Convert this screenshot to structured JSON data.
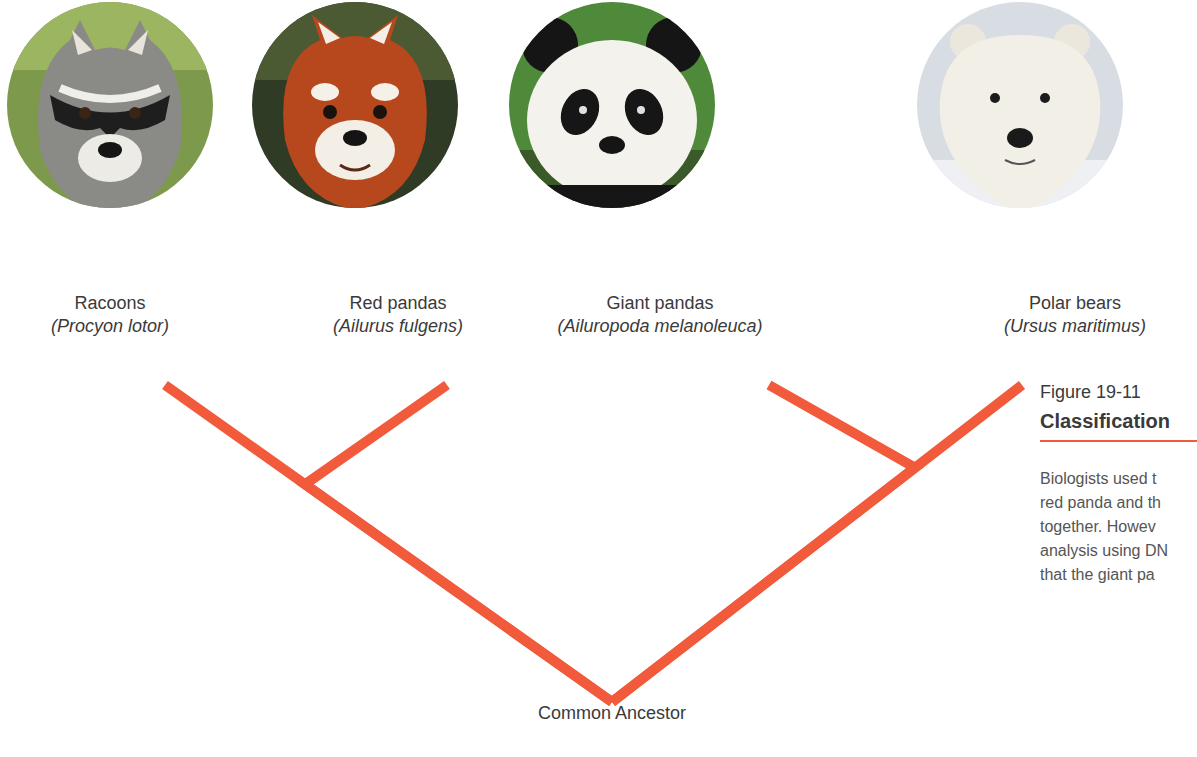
{
  "diagram": {
    "nodes": [
      {
        "text": [
          "Racoons",
          "(Procyon lotor)"
        ]
      },
      {
        "text": [
          "Red pandas",
          "(Ailurus fulgens)"
        ]
      },
      {
        "text": [
          "Giant pandas",
          "(Ailuropoda melanoleuca)"
        ]
      },
      {
        "text": [
          "Polar bears",
          "(Ursus maritimus)"
        ]
      },
      {
        "text": [
          "Common Ancestor"
        ]
      }
    ],
    "edges": [
      {
        "from": 4,
        "to": 0,
        "arrow": "none"
      },
      {
        "from": 4,
        "to": 1,
        "arrow": "none"
      },
      {
        "from": 4,
        "to": 2,
        "arrow": "none"
      },
      {
        "from": 4,
        "to": 3,
        "arrow": "none"
      }
    ],
    "labels": [
      "Figure 19-11",
      "Classification",
      "Biologists used t",
      "red panda and th",
      "together. Howev",
      "analysis using DN",
      "that the giant pa"
    ]
  }
}
